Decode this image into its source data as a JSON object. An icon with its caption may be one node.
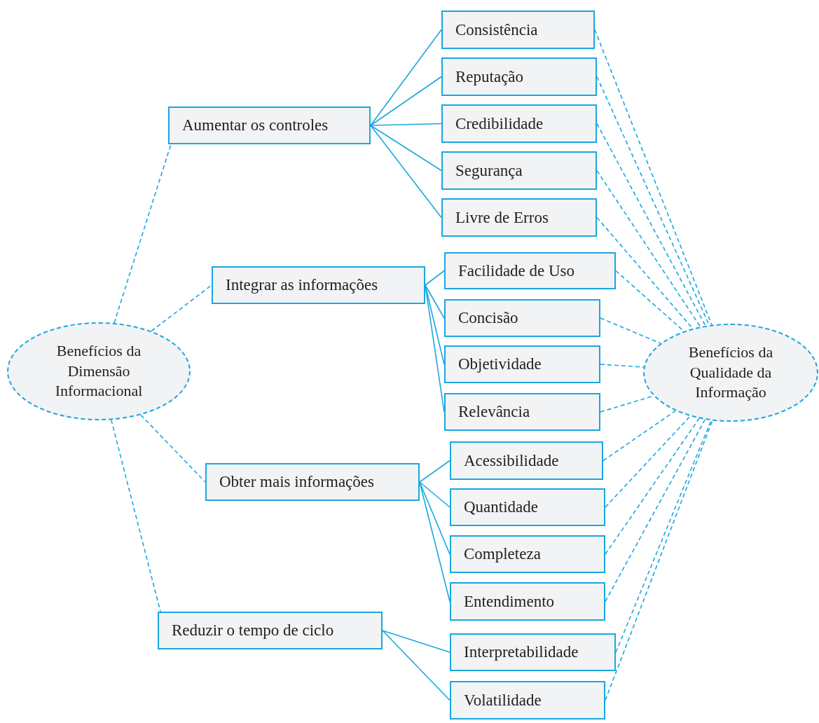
{
  "diagram": {
    "nodes": [
      {
        "text": [
          "Benefícios da Dimensão Informacional"
        ]
      },
      {
        "text": [
          "Aumentar os controles"
        ]
      },
      {
        "text": [
          "Integrar as informações"
        ]
      },
      {
        "text": [
          "Obter mais informações"
        ]
      },
      {
        "text": [
          "Reduzir o tempo de ciclo"
        ]
      },
      {
        "text": [
          "Consistência"
        ]
      },
      {
        "text": [
          "Reputação"
        ]
      },
      {
        "text": [
          "Credibilidade"
        ]
      },
      {
        "text": [
          "Segurança"
        ]
      },
      {
        "text": [
          "Livre de Erros"
        ]
      },
      {
        "text": [
          "Facilidade de Uso"
        ]
      },
      {
        "text": [
          "Concisão"
        ]
      },
      {
        "text": [
          "Objetividade"
        ]
      },
      {
        "text": [
          "Relevância"
        ]
      },
      {
        "text": [
          "Acessibilidade"
        ]
      },
      {
        "text": [
          "Quantidade"
        ]
      },
      {
        "text": [
          "Completeza"
        ]
      },
      {
        "text": [
          "Entendimento"
        ]
      },
      {
        "text": [
          "Interpretabilidade"
        ]
      },
      {
        "text": [
          "Volatilidade"
        ]
      },
      {
        "text": [
          "Benefícios da Qualidade da Informação"
        ]
      }
    ],
    "edges": [
      {
        "from": 0,
        "to": 1,
        "arrow": "none",
        "style": "dashed"
      },
      {
        "from": 0,
        "to": 2,
        "arrow": "none",
        "style": "dashed"
      },
      {
        "from": 0,
        "to": 3,
        "arrow": "none",
        "style": "dashed"
      },
      {
        "from": 0,
        "to": 4,
        "arrow": "none",
        "style": "dashed"
      },
      {
        "from": 1,
        "to": 5,
        "arrow": "none"
      },
      {
        "from": 1,
        "to": 6,
        "arrow": "none"
      },
      {
        "from": 1,
        "to": 7,
        "arrow": "none"
      },
      {
        "from": 1,
        "to": 8,
        "arrow": "none"
      },
      {
        "from": 1,
        "to": 9,
        "arrow": "none"
      },
      {
        "from": 2,
        "to": 10,
        "arrow": "none"
      },
      {
        "from": 2,
        "to": 11,
        "arrow": "none"
      },
      {
        "from": 2,
        "to": 12,
        "arrow": "none"
      },
      {
        "from": 2,
        "to": 13,
        "arrow": "none"
      },
      {
        "from": 3,
        "to": 14,
        "arrow": "none"
      },
      {
        "from": 3,
        "to": 15,
        "arrow": "none"
      },
      {
        "from": 3,
        "to": 16,
        "arrow": "none"
      },
      {
        "from": 3,
        "to": 17,
        "arrow": "none"
      },
      {
        "from": 4,
        "to": 18,
        "arrow": "none"
      },
      {
        "from": 4,
        "to": 19,
        "arrow": "none"
      },
      {
        "from": 5,
        "to": 20,
        "arrow": "none",
        "style": "dashed"
      },
      {
        "from": 6,
        "to": 20,
        "arrow": "none",
        "style": "dashed"
      },
      {
        "from": 7,
        "to": 20,
        "arrow": "none",
        "style": "dashed"
      },
      {
        "from": 8,
        "to": 20,
        "arrow": "none",
        "style": "dashed"
      },
      {
        "from": 9,
        "to": 20,
        "arrow": "none",
        "style": "dashed"
      },
      {
        "from": 10,
        "to": 20,
        "arrow": "none",
        "style": "dashed"
      },
      {
        "from": 11,
        "to": 20,
        "arrow": "none",
        "style": "dashed"
      },
      {
        "from": 12,
        "to": 20,
        "arrow": "none",
        "style": "dashed"
      },
      {
        "from": 13,
        "to": 20,
        "arrow": "none",
        "style": "dashed"
      },
      {
        "from": 14,
        "to": 20,
        "arrow": "none",
        "style": "dashed"
      },
      {
        "from": 15,
        "to": 20,
        "arrow": "none",
        "style": "dashed"
      },
      {
        "from": 16,
        "to": 20,
        "arrow": "none",
        "style": "dashed"
      },
      {
        "from": 17,
        "to": 20,
        "arrow": "none",
        "style": "dashed"
      },
      {
        "from": 18,
        "to": 20,
        "arrow": "none",
        "style": "dashed"
      },
      {
        "from": 19,
        "to": 20,
        "arrow": "none",
        "style": "dashed"
      }
    ]
  }
}
